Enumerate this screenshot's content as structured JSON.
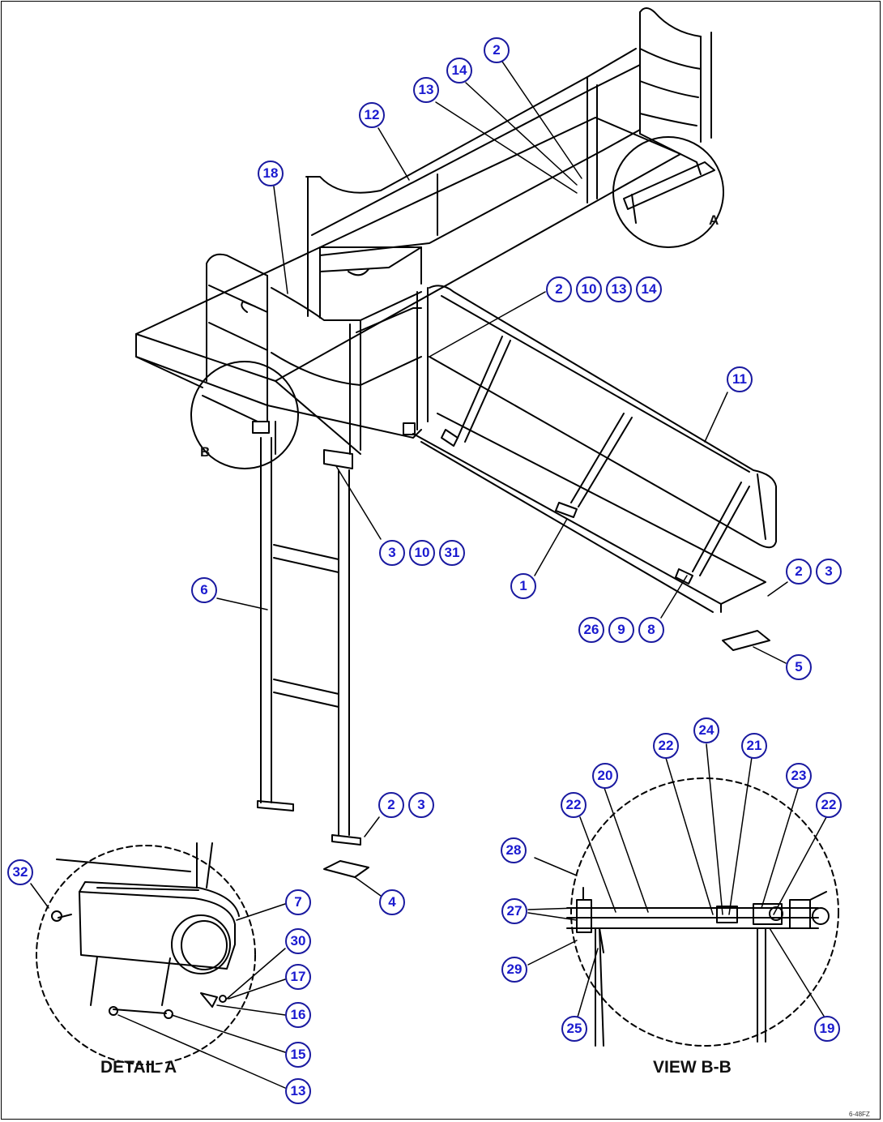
{
  "drawing": {
    "detail_a_label": "DETAIL A",
    "view_bb_label": "VIEW B-B",
    "section_letter_a": "A",
    "section_letter_b": "B",
    "drawing_code": "6-48FZ"
  },
  "callouts": [
    {
      "num": "2"
    },
    {
      "num": "14"
    },
    {
      "num": "13"
    },
    {
      "num": "12"
    },
    {
      "num": "18"
    },
    {
      "num": "2"
    },
    {
      "num": "10"
    },
    {
      "num": "13"
    },
    {
      "num": "14"
    },
    {
      "num": "11"
    },
    {
      "num": "3"
    },
    {
      "num": "10"
    },
    {
      "num": "31"
    },
    {
      "num": "6"
    },
    {
      "num": "1"
    },
    {
      "num": "2"
    },
    {
      "num": "3"
    },
    {
      "num": "26"
    },
    {
      "num": "9"
    },
    {
      "num": "8"
    },
    {
      "num": "5"
    },
    {
      "num": "2"
    },
    {
      "num": "3"
    },
    {
      "num": "4"
    },
    {
      "num": "32"
    },
    {
      "num": "7"
    },
    {
      "num": "30"
    },
    {
      "num": "17"
    },
    {
      "num": "16"
    },
    {
      "num": "15"
    },
    {
      "num": "13"
    },
    {
      "num": "24"
    },
    {
      "num": "22"
    },
    {
      "num": "21"
    },
    {
      "num": "20"
    },
    {
      "num": "23"
    },
    {
      "num": "22"
    },
    {
      "num": "22"
    },
    {
      "num": "28"
    },
    {
      "num": "27"
    },
    {
      "num": "29"
    },
    {
      "num": "25"
    },
    {
      "num": "19"
    }
  ]
}
